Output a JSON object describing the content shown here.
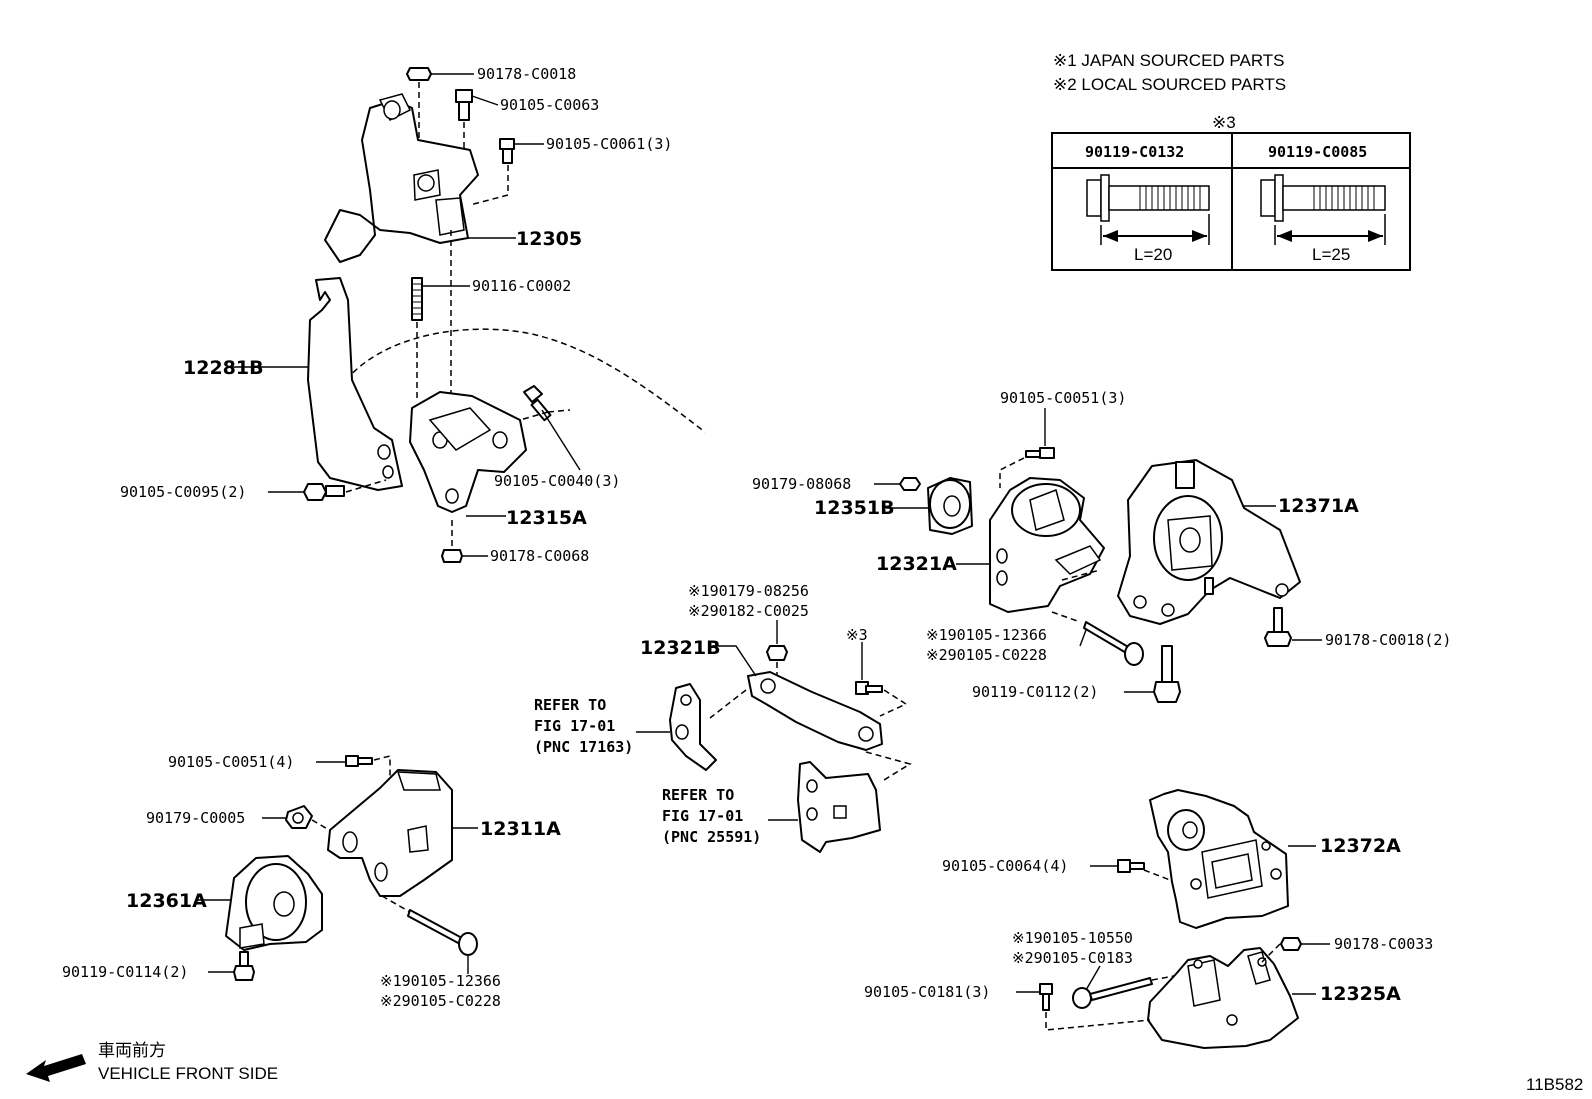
{
  "notes": {
    "japan": "※1 JAPAN SOURCED PARTS",
    "local": "※2 LOCAL SOURCED PARTS"
  },
  "bolt_table": {
    "ref": "※3",
    "columns": [
      {
        "part": "90119-C0132",
        "length": "L=20"
      },
      {
        "part": "90119-C0085",
        "length": "L=25"
      }
    ]
  },
  "labels": {
    "l1": "90178-C0018",
    "l2": "90105-C0063",
    "l3": "90105-C0061(3)",
    "l4": "12305",
    "l5": "90116-C0002",
    "l6": "12281B",
    "l7": "90105-C0040(3)",
    "l8": "90105-C0095(2)",
    "l9": "12315A",
    "l10": "90178-C0068",
    "l11": "90105-C0051(3)",
    "l12": "90179-08068",
    "l13": "12351B",
    "l14": "12321A",
    "l15": "12371A",
    "l16": "※190105-12366",
    "l17": "※290105-C0228",
    "l18": "90178-C0018(2)",
    "l19": "90119-C0112(2)",
    "l20": "※190179-08256",
    "l21": "※290182-C0025",
    "l22": "12321B",
    "l23": "※3",
    "l24": "REFER TO",
    "l25": "FIG 17-01",
    "l26": "(PNC 17163)",
    "l27": "REFER TO",
    "l28": "FIG 17-01",
    "l29": "(PNC 25591)",
    "l30": "90105-C0051(4)",
    "l31": "90179-C0005",
    "l32": "12311A",
    "l33": "12361A",
    "l34": "90119-C0114(2)",
    "l35": "※190105-12366",
    "l36": "※290105-C0228",
    "l37": "12372A",
    "l38": "90105-C0064(4)",
    "l39": "※190105-10550",
    "l40": "※290105-C0183",
    "l41": "90178-C0033",
    "l42": "90105-C0181(3)",
    "l43": "12325A"
  },
  "direction": {
    "jp": "車両前方",
    "en": "VEHICLE FRONT SIDE"
  },
  "figure_id": "11B582"
}
